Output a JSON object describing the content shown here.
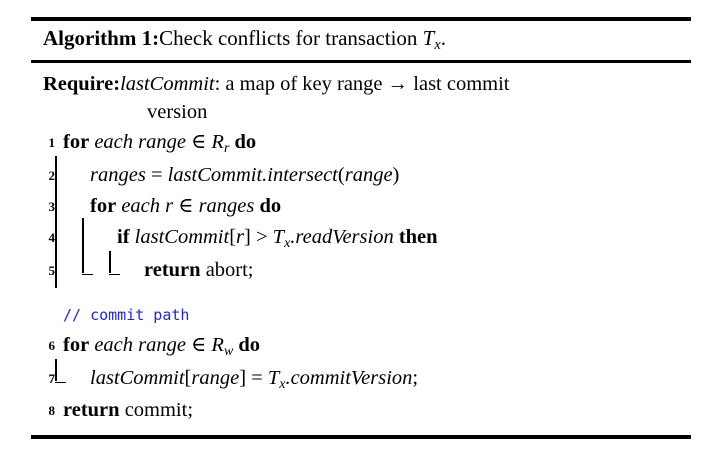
{
  "document": {
    "type": "algorithm-block",
    "caption": {
      "label": "Algorithm 1:",
      "title_pre": "Check conflicts for transaction ",
      "title_symbol": "T",
      "title_symbol_sub": "x",
      "title_post": "."
    },
    "require": {
      "keyword": "Require",
      "colon": ":",
      "var": "lastCommit",
      "text": ": a map of key range ",
      "arrow": "→",
      "text2": " last commit",
      "continuation": "version"
    },
    "comment_color": "#2222EE",
    "lines": [
      {
        "number": "1",
        "indent": 0,
        "tokens": [
          {
            "t": "for",
            "style": "bold"
          },
          {
            "t": " ",
            "style": "plain"
          },
          {
            "t": "each range",
            "style": "ital"
          },
          {
            "t": " ∈ ",
            "style": "plain"
          },
          {
            "t": "R",
            "style": "ital"
          },
          {
            "t": "r",
            "style": "sub"
          },
          {
            "t": " ",
            "style": "plain"
          },
          {
            "t": "do",
            "style": "bold"
          }
        ]
      },
      {
        "number": "2",
        "indent": 1,
        "tokens": [
          {
            "t": "ranges",
            "style": "ital"
          },
          {
            "t": " = ",
            "style": "plain"
          },
          {
            "t": "lastCommit.intersect",
            "style": "ital"
          },
          {
            "t": "(",
            "style": "plain"
          },
          {
            "t": "range",
            "style": "ital"
          },
          {
            "t": ")",
            "style": "plain"
          }
        ]
      },
      {
        "number": "3",
        "indent": 1,
        "tokens": [
          {
            "t": "for",
            "style": "bold"
          },
          {
            "t": " ",
            "style": "plain"
          },
          {
            "t": "each r",
            "style": "ital"
          },
          {
            "t": " ∈ ",
            "style": "plain"
          },
          {
            "t": "ranges",
            "style": "ital"
          },
          {
            "t": " ",
            "style": "plain"
          },
          {
            "t": "do",
            "style": "bold"
          }
        ]
      },
      {
        "number": "4",
        "indent": 2,
        "tokens": [
          {
            "t": "if",
            "style": "bold"
          },
          {
            "t": " ",
            "style": "plain"
          },
          {
            "t": "lastCommit",
            "style": "ital"
          },
          {
            "t": "[",
            "style": "plain"
          },
          {
            "t": "r",
            "style": "ital"
          },
          {
            "t": "]",
            "style": "plain"
          },
          {
            "t": " > ",
            "style": "plain"
          },
          {
            "t": "T",
            "style": "ital"
          },
          {
            "t": "x",
            "style": "sub"
          },
          {
            "t": ".readVersion",
            "style": "ital"
          },
          {
            "t": " ",
            "style": "plain"
          },
          {
            "t": "then",
            "style": "bold"
          }
        ]
      },
      {
        "number": "5",
        "indent": 3,
        "tokens": [
          {
            "t": "return",
            "style": "bold"
          },
          {
            "t": " abort;",
            "style": "plain"
          }
        ]
      },
      {
        "number": "",
        "indent": 0,
        "comment": "// commit path"
      },
      {
        "number": "6",
        "indent": 0,
        "tokens": [
          {
            "t": "for",
            "style": "bold"
          },
          {
            "t": " ",
            "style": "plain"
          },
          {
            "t": "each range",
            "style": "ital"
          },
          {
            "t": " ∈ ",
            "style": "plain"
          },
          {
            "t": "R",
            "style": "ital"
          },
          {
            "t": "w",
            "style": "sub"
          },
          {
            "t": " ",
            "style": "plain"
          },
          {
            "t": "do",
            "style": "bold"
          }
        ]
      },
      {
        "number": "7",
        "indent": 1,
        "tokens": [
          {
            "t": "lastCommit",
            "style": "ital"
          },
          {
            "t": "[",
            "style": "plain"
          },
          {
            "t": "range",
            "style": "ital"
          },
          {
            "t": "]",
            "style": "plain"
          },
          {
            "t": " = ",
            "style": "plain"
          },
          {
            "t": "T",
            "style": "ital"
          },
          {
            "t": "x",
            "style": "sub"
          },
          {
            "t": ".commitVersion",
            "style": "ital"
          },
          {
            "t": ";",
            "style": "plain"
          }
        ]
      },
      {
        "number": "8",
        "indent": 0,
        "tokens": [
          {
            "t": "return",
            "style": "bold"
          },
          {
            "t": " commit;",
            "style": "plain"
          }
        ]
      }
    ]
  }
}
